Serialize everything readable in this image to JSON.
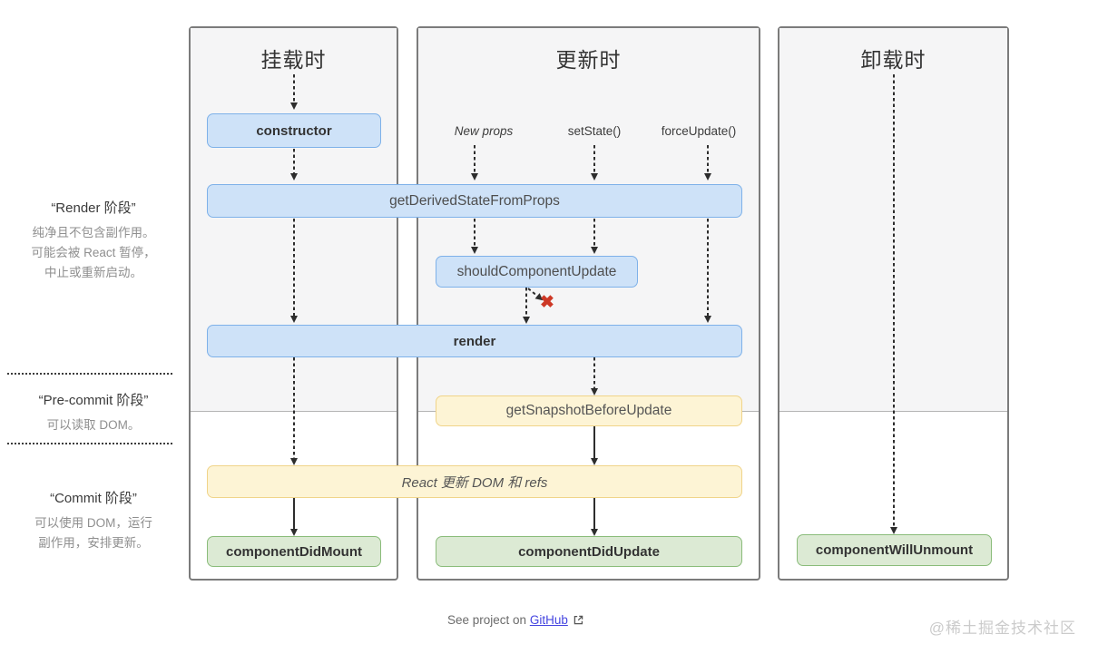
{
  "sidebar": {
    "phases": [
      {
        "title": "“Render 阶段”",
        "desc_lines": [
          "纯净且不包含副作用。",
          "可能会被 React 暂停，",
          "中止或重新启动。"
        ]
      },
      {
        "title": "“Pre-commit 阶段”",
        "desc_lines": [
          "可以读取 DOM。"
        ]
      },
      {
        "title": "“Commit 阶段”",
        "desc_lines": [
          "可以使用 DOM，运行",
          "副作用，安排更新。"
        ]
      }
    ]
  },
  "columns": {
    "mounting": "挂载时",
    "updating": "更新时",
    "unmounting": "卸载时"
  },
  "triggers": {
    "new_props": "New props",
    "set_state": "setState()",
    "force_update": "forceUpdate()"
  },
  "boxes": {
    "constructor": "constructor",
    "get_derived_state_from_props": "getDerivedStateFromProps",
    "should_component_update": "shouldComponentUpdate",
    "render": "render",
    "get_snapshot_before_update": "getSnapshotBeforeUpdate",
    "react_updates_dom": "React 更新 DOM 和 refs",
    "component_did_mount": "componentDidMount",
    "component_did_update": "componentDidUpdate",
    "component_will_unmount": "componentWillUnmount"
  },
  "icons": {
    "no_update": "✖"
  },
  "footer": {
    "prefix": "See project on ",
    "link_label": "GitHub"
  },
  "watermark": "@稀土掘金技术社区",
  "colors": {
    "box_blue_fill": "#cee2f8",
    "box_blue_border": "#7eb1e9",
    "box_yellow_fill": "#fdf4d5",
    "box_yellow_border": "#f0d489",
    "box_green_fill": "#dcead4",
    "box_green_border": "#8abc7a",
    "phase_bg": "#f5f5f6",
    "phase_divider": "#b4b4b4",
    "column_border": "#7b7b7b",
    "link": "#4545e0",
    "no_update_red": "#cd3826"
  }
}
